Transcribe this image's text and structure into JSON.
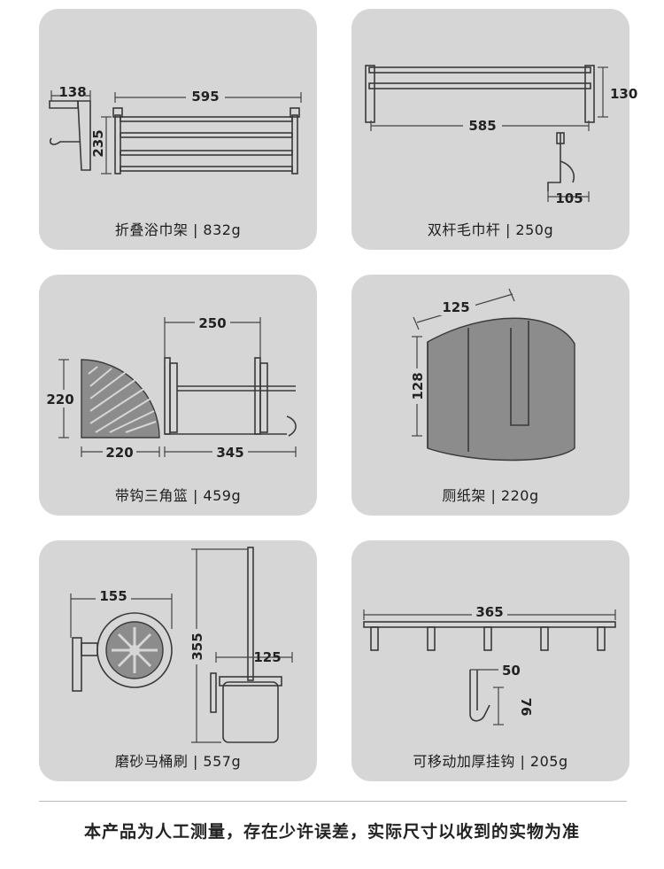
{
  "products": [
    {
      "caption": "折叠浴巾架 | 832g",
      "dims": [
        "138",
        "595",
        "235"
      ]
    },
    {
      "caption": "双杆毛巾杆 | 250g",
      "dims": [
        "585",
        "130",
        "105"
      ]
    },
    {
      "caption": "带钩三角篮 | 459g",
      "dims": [
        "220",
        "220",
        "250",
        "345"
      ]
    },
    {
      "caption": "厕纸架 | 220g",
      "dims": [
        "125",
        "128"
      ]
    },
    {
      "caption": "磨砂马桶刷 | 557g",
      "dims": [
        "155",
        "355",
        "125"
      ]
    },
    {
      "caption": "可移动加厚挂钩 | 205g",
      "dims": [
        "365",
        "50",
        "76"
      ]
    }
  ],
  "footnote": "本产品为人工测量，存在少许误差，实际尺寸以收到的实物为准"
}
